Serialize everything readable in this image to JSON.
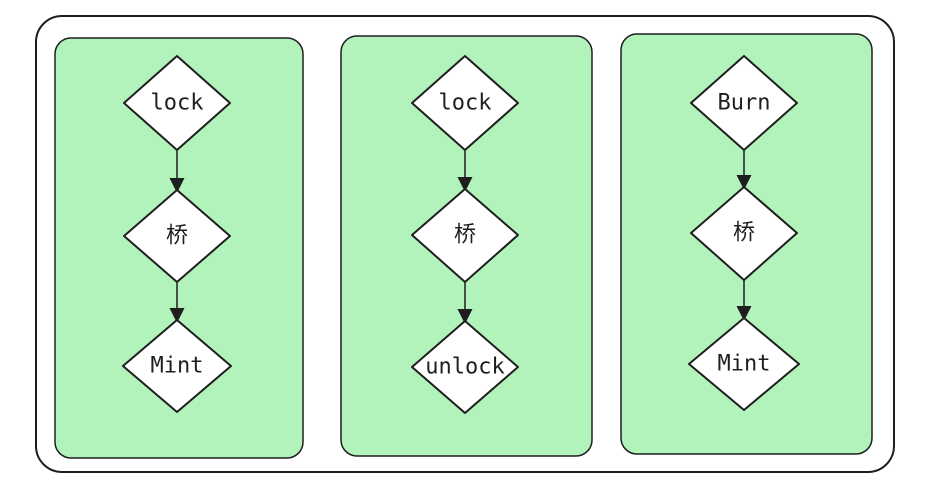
{
  "colors": {
    "panel_fill": "#b2f2bb",
    "stroke": "#1e1e1e",
    "background": "#ffffff"
  },
  "panels": [
    {
      "nodes": [
        {
          "label": "lock"
        },
        {
          "label": "桥"
        },
        {
          "label": "Mint"
        }
      ]
    },
    {
      "nodes": [
        {
          "label": "lock"
        },
        {
          "label": "桥"
        },
        {
          "label": "unlock"
        }
      ]
    },
    {
      "nodes": [
        {
          "label": "Burn"
        },
        {
          "label": "桥"
        },
        {
          "label": "Mint"
        }
      ]
    }
  ]
}
